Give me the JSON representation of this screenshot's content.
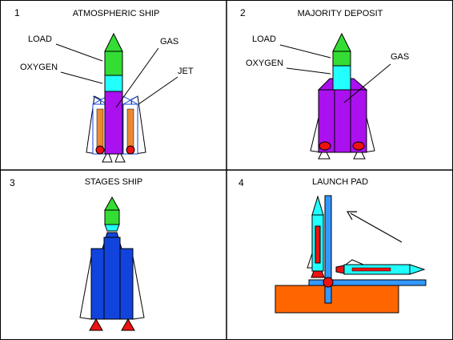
{
  "panels": [
    {
      "number": "1",
      "title": "ATMOSPHERIC SHIP",
      "labels": {
        "load": "LOAD",
        "oxygen": "OXYGEN",
        "gas": "GAS",
        "jet": "JET"
      }
    },
    {
      "number": "2",
      "title": "MAJORITY DEPOSIT",
      "labels": {
        "load": "LOAD",
        "oxygen": "OXYGEN",
        "gas": "GAS"
      }
    },
    {
      "number": "3",
      "title": "STAGES SHIP"
    },
    {
      "number": "4",
      "title": "LAUNCH PAD"
    }
  ],
  "colors": {
    "green": "#33dd33",
    "cyan": "#22ffff",
    "purple": "#aa11ee",
    "blue": "#1144dd",
    "orange": "#ff6600",
    "red": "#ee1111",
    "light_blue": "#3399ff"
  }
}
